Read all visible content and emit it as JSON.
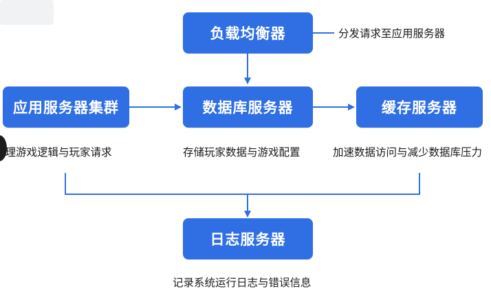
{
  "nodes": {
    "load_balancer": "负载均衡器",
    "app_cluster": "应用服务器集群",
    "db_server": "数据库服务器",
    "cache_server": "缓存服务器",
    "log_server": "日志服务器"
  },
  "captions": {
    "load_balancer": "分发请求至应用服务器",
    "app_cluster": "处理游戏逻辑与玩家请求",
    "db_server": "存储玩家数据与游戏配置",
    "cache_server": "加速数据访问与减少数据库压力",
    "log_server": "记录系统运行日志与错误信息"
  },
  "colors": {
    "box": "#2f6fe3",
    "connector": "#2f6fe3"
  }
}
